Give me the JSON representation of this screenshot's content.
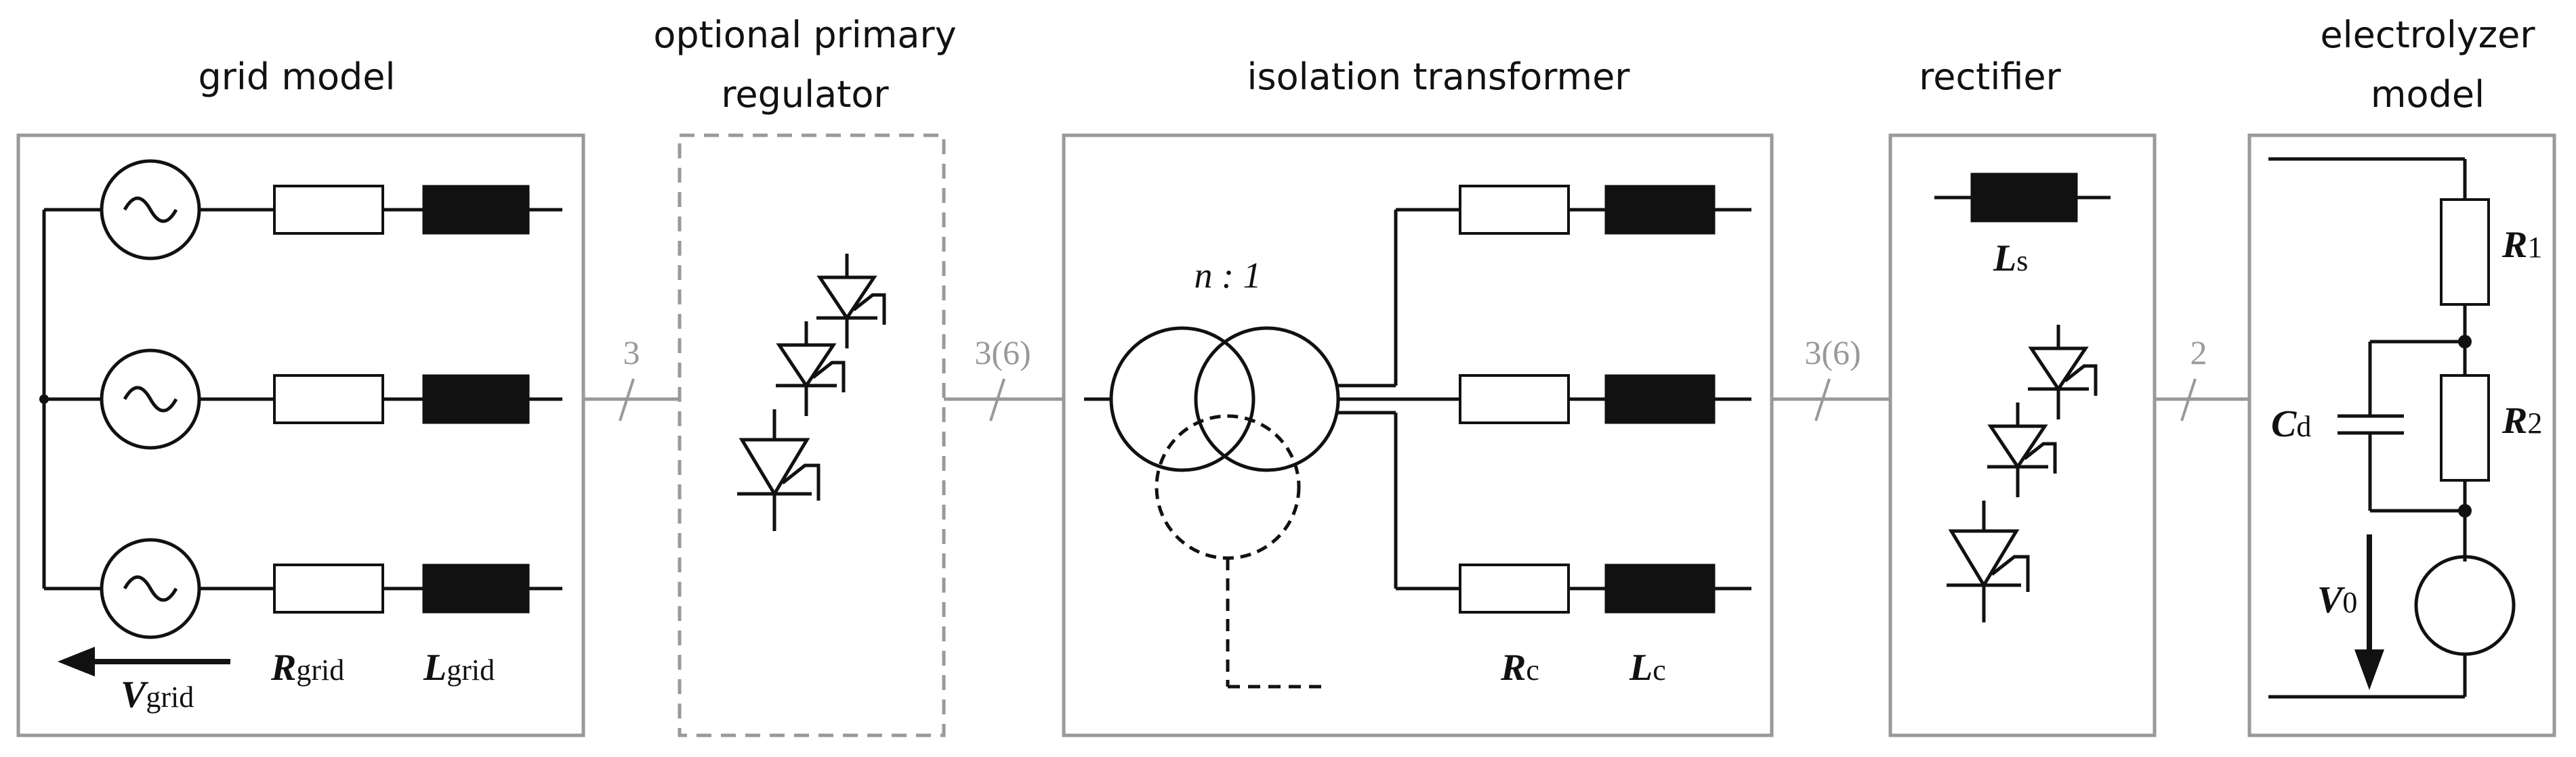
{
  "blocks": {
    "grid": {
      "title": "grid model"
    },
    "regulator": {
      "title_line1": "optional primary",
      "title_line2": "regulator"
    },
    "transformer": {
      "title": "isolation transformer"
    },
    "rectifier": {
      "title": "rectifier"
    },
    "electrolyzer": {
      "title_line1": "electrolyzer",
      "title_line2": "model"
    }
  },
  "connections": {
    "grid_to_regulator": "3",
    "regulator_to_transformer": "3(6)",
    "transformer_to_rectifier": "3(6)",
    "rectifier_to_electrolyzer": "2"
  },
  "labels": {
    "R_grid": {
      "main": "R",
      "sub": "grid"
    },
    "L_grid": {
      "main": "L",
      "sub": "grid"
    },
    "V_grid": {
      "main": "V",
      "sub": "grid"
    },
    "turns_ratio": "n : 1",
    "R_c": {
      "main": "R",
      "sub": "c"
    },
    "L_c": {
      "main": "L",
      "sub": "c"
    },
    "L_s": {
      "main": "L",
      "sub": "s"
    },
    "R_1": {
      "main": "R",
      "sub": "1"
    },
    "R_2": {
      "main": "R",
      "sub": "2"
    },
    "C_d": {
      "main": "C",
      "sub": "d"
    },
    "V_0": {
      "main": "V",
      "sub": "0"
    }
  }
}
